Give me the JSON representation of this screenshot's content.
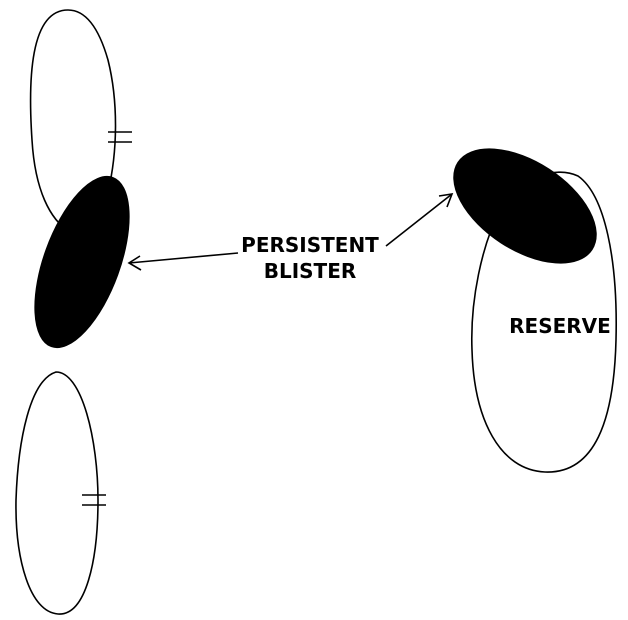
{
  "labels": {
    "blister_line1": "PERSISTENT",
    "blister_line2": "BLISTER",
    "reserve": "RESERVE"
  },
  "colors": {
    "ink": "#000000",
    "background": "#ffffff"
  }
}
